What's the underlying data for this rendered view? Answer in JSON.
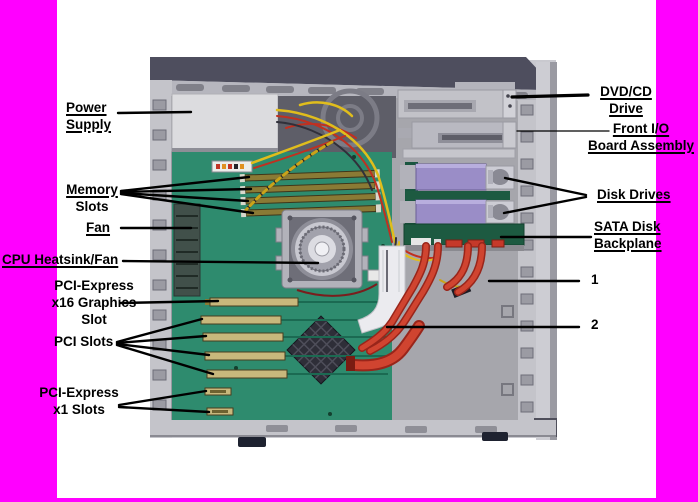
{
  "page": {
    "background": "#ffffff",
    "border_color": "#ff00ff"
  },
  "labels": {
    "power_supply": {
      "lines": [
        "Power",
        "Supply"
      ]
    },
    "memory_slots": {
      "lines": [
        "Memory",
        "Slots"
      ]
    },
    "fan": {
      "text": "Fan"
    },
    "cpu_heatsink_fan": {
      "text": "CPU Heatsink/Fan"
    },
    "pcie_x16": {
      "lines": [
        "PCI-Express",
        "x16 Graphics",
        "Slot"
      ]
    },
    "pci_slots": {
      "text": "PCI Slots"
    },
    "pcie_x1": {
      "lines": [
        "PCI-Express",
        "x1 Slots"
      ]
    },
    "dvd_cd_drive": {
      "lines": [
        "DVD/CD",
        "Drive"
      ]
    },
    "front_io_board": {
      "lines": [
        "Front I/O",
        "Board Assembly"
      ]
    },
    "disk_drives": {
      "text": "Disk Drives"
    },
    "sata_backplane": {
      "lines": [
        "SATA Disk",
        "Backplane"
      ]
    },
    "callout_1": {
      "text": "1"
    },
    "callout_2": {
      "text": "2"
    }
  },
  "colors": {
    "border": "#ff00ff",
    "case_top_band": "#4e4e5e",
    "case_gray": "#c4c4ca",
    "interior_gray": "#a6a6ac",
    "motherboard_green": "#2e8b6e",
    "memory_slot_gold": "#8a7a35",
    "pci_slot_tan": "#c8b87c",
    "disk_drive_purple": "#9a8dc7",
    "backplane_green": "#1d5a41",
    "sata_cable_red": "#d04430",
    "power_wire_yellow": "#e0bd1c",
    "ribbon_cable_white": "#ebebef",
    "callout_line": "#000000"
  }
}
